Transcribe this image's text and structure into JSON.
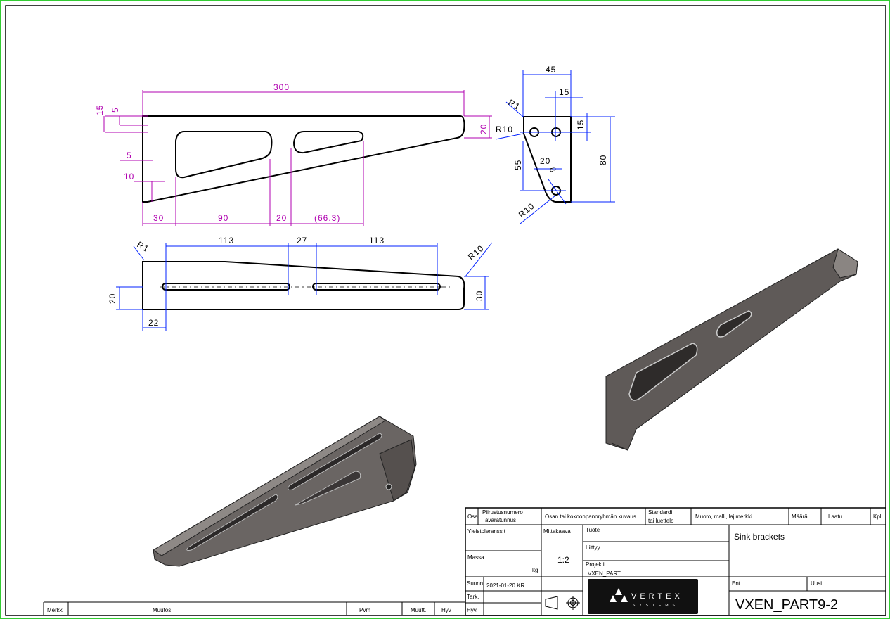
{
  "drawing": {
    "front_view": {
      "dims": [
        "300",
        "15",
        "5",
        "5",
        "10",
        "20",
        "30",
        "90",
        "20",
        "(66.3)"
      ]
    },
    "side_view": {
      "dims": [
        "45",
        "15",
        "R1",
        "R10",
        "15",
        "55",
        "20",
        "8",
        "80",
        "R10"
      ]
    },
    "top_view": {
      "dims": [
        "R1",
        "113",
        "27",
        "113",
        "R10",
        "20",
        "30",
        "22"
      ]
    }
  },
  "title_block": {
    "headers": {
      "osa": "Osa",
      "piirustusnumero": "Piirustusnumero",
      "tavaratunnus": "Tavaratunnus",
      "kuvaus": "Osan tai kokoonpanoryhmän kuvaus",
      "standardi": "Standardi",
      "tai_luettelo": "tai luettelo",
      "muoto": "Muoto, malli, lajimerkki",
      "maara": "Määrä",
      "laatu": "Laatu",
      "kpl": "Kpl"
    },
    "yleistoleranssit": "Yleistoleranssit",
    "massa": "Massa",
    "massa_unit": "kg",
    "mittakaava_label": "Mittakaava",
    "mittakaava": "1:2",
    "tuote": "Tuote",
    "liittyy": "Liittyy",
    "projekti_label": "Projekti",
    "projekti": "VXEN_PART",
    "title": "Sink brackets",
    "suunn_label": "Suunn",
    "suunn": "2021-01-20 KR",
    "tark_label": "Tark.",
    "hyv_label": "Hyv.",
    "ent_label": "Ent.",
    "uusi_label": "Uusi",
    "part_number": "VXEN_PART9-2",
    "logo_text": "VERTEX",
    "logo_sub": "SYSTEMS"
  },
  "revision_table": {
    "merkki": "Merkki",
    "muutos": "Muutos",
    "pvm": "Pvm",
    "muutt": "Muutt.",
    "hyv": "Hyv"
  }
}
